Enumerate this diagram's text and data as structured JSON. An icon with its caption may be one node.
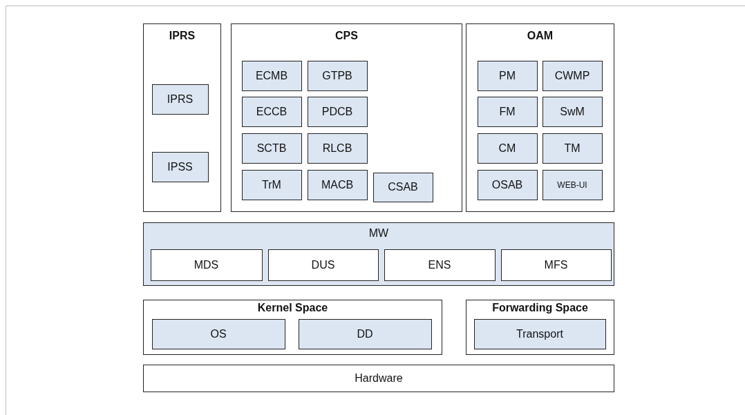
{
  "diagram": {
    "nodes": [
      {
        "text": [
          "IPRS"
        ]
      },
      {
        "text": [
          "IPRS"
        ],
        "in": 0
      },
      {
        "text": [
          "IPSS"
        ],
        "in": 0
      },
      {
        "text": [
          "CPS"
        ]
      },
      {
        "text": [
          "ECMB"
        ],
        "in": 3
      },
      {
        "text": [
          "GTPB"
        ],
        "in": 3
      },
      {
        "text": [
          "ECCB"
        ],
        "in": 3
      },
      {
        "text": [
          "PDCB"
        ],
        "in": 3
      },
      {
        "text": [
          "SCTB"
        ],
        "in": 3
      },
      {
        "text": [
          "RLCB"
        ],
        "in": 3
      },
      {
        "text": [
          "TrM"
        ],
        "in": 3
      },
      {
        "text": [
          "MACB"
        ],
        "in": 3
      },
      {
        "text": [
          "CSAB"
        ],
        "in": 3
      },
      {
        "text": [
          "OAM"
        ]
      },
      {
        "text": [
          "PM"
        ],
        "in": 13
      },
      {
        "text": [
          "CWMP"
        ],
        "in": 13
      },
      {
        "text": [
          "FM"
        ],
        "in": 13
      },
      {
        "text": [
          "SwM"
        ],
        "in": 13
      },
      {
        "text": [
          "CM"
        ],
        "in": 13
      },
      {
        "text": [
          "TM"
        ],
        "in": 13
      },
      {
        "text": [
          "OSAB"
        ],
        "in": 13
      },
      {
        "text": [
          "WEB-UI"
        ],
        "in": 13
      },
      {
        "text": [
          "MW"
        ]
      },
      {
        "text": [
          "MDS"
        ],
        "in": 22
      },
      {
        "text": [
          "DUS"
        ],
        "in": 22
      },
      {
        "text": [
          "ENS"
        ],
        "in": 22
      },
      {
        "text": [
          "MFS"
        ],
        "in": 22
      },
      {
        "text": [
          "Kernel Space"
        ]
      },
      {
        "text": [
          "OS"
        ],
        "in": 27
      },
      {
        "text": [
          "DD"
        ],
        "in": 27
      },
      {
        "text": [
          "Forwarding Space"
        ]
      },
      {
        "text": [
          "Transport"
        ],
        "in": 30
      },
      {
        "text": [
          "Hardware"
        ]
      }
    ]
  }
}
